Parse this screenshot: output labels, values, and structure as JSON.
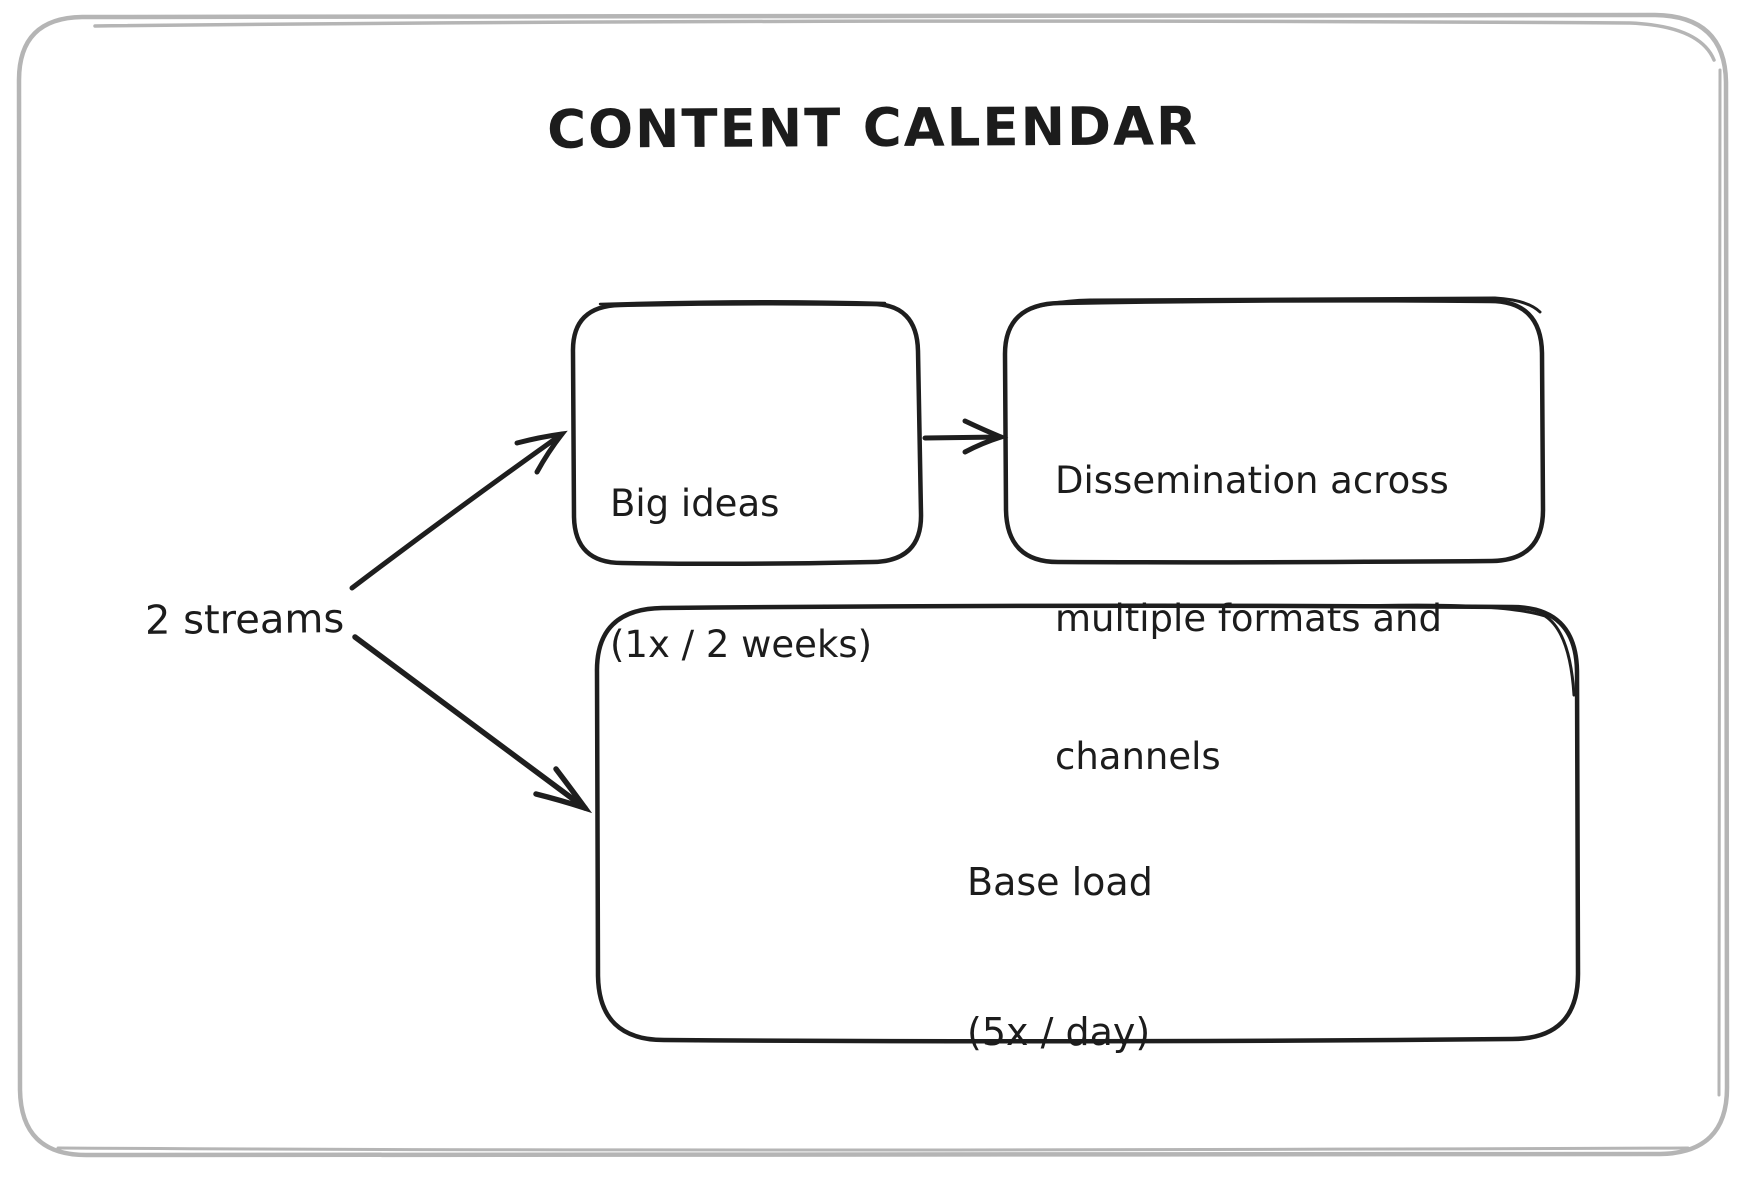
{
  "title": "CONTENT CALENDAR",
  "labels": {
    "streams": "2 streams"
  },
  "nodes": {
    "big_ideas": {
      "lines": [
        "Big ideas",
        "(1x / 2 weeks)"
      ]
    },
    "dissemination": {
      "lines": [
        "Dissemination across",
        "multiple formats and",
        "channels"
      ]
    },
    "base_load": {
      "lines": [
        "Base load",
        "(5x / day)"
      ]
    }
  },
  "connections": [
    {
      "from": "2 streams",
      "to": "Big ideas (1x / 2 weeks)"
    },
    {
      "from": "2 streams",
      "to": "Base load (5x / day)"
    },
    {
      "from": "Big ideas (1x / 2 weeks)",
      "to": "Dissemination across multiple formats and channels"
    }
  ],
  "colors": {
    "stroke": "#1e1e1e",
    "frame": "#b5b5b5",
    "background": "#ffffff"
  }
}
